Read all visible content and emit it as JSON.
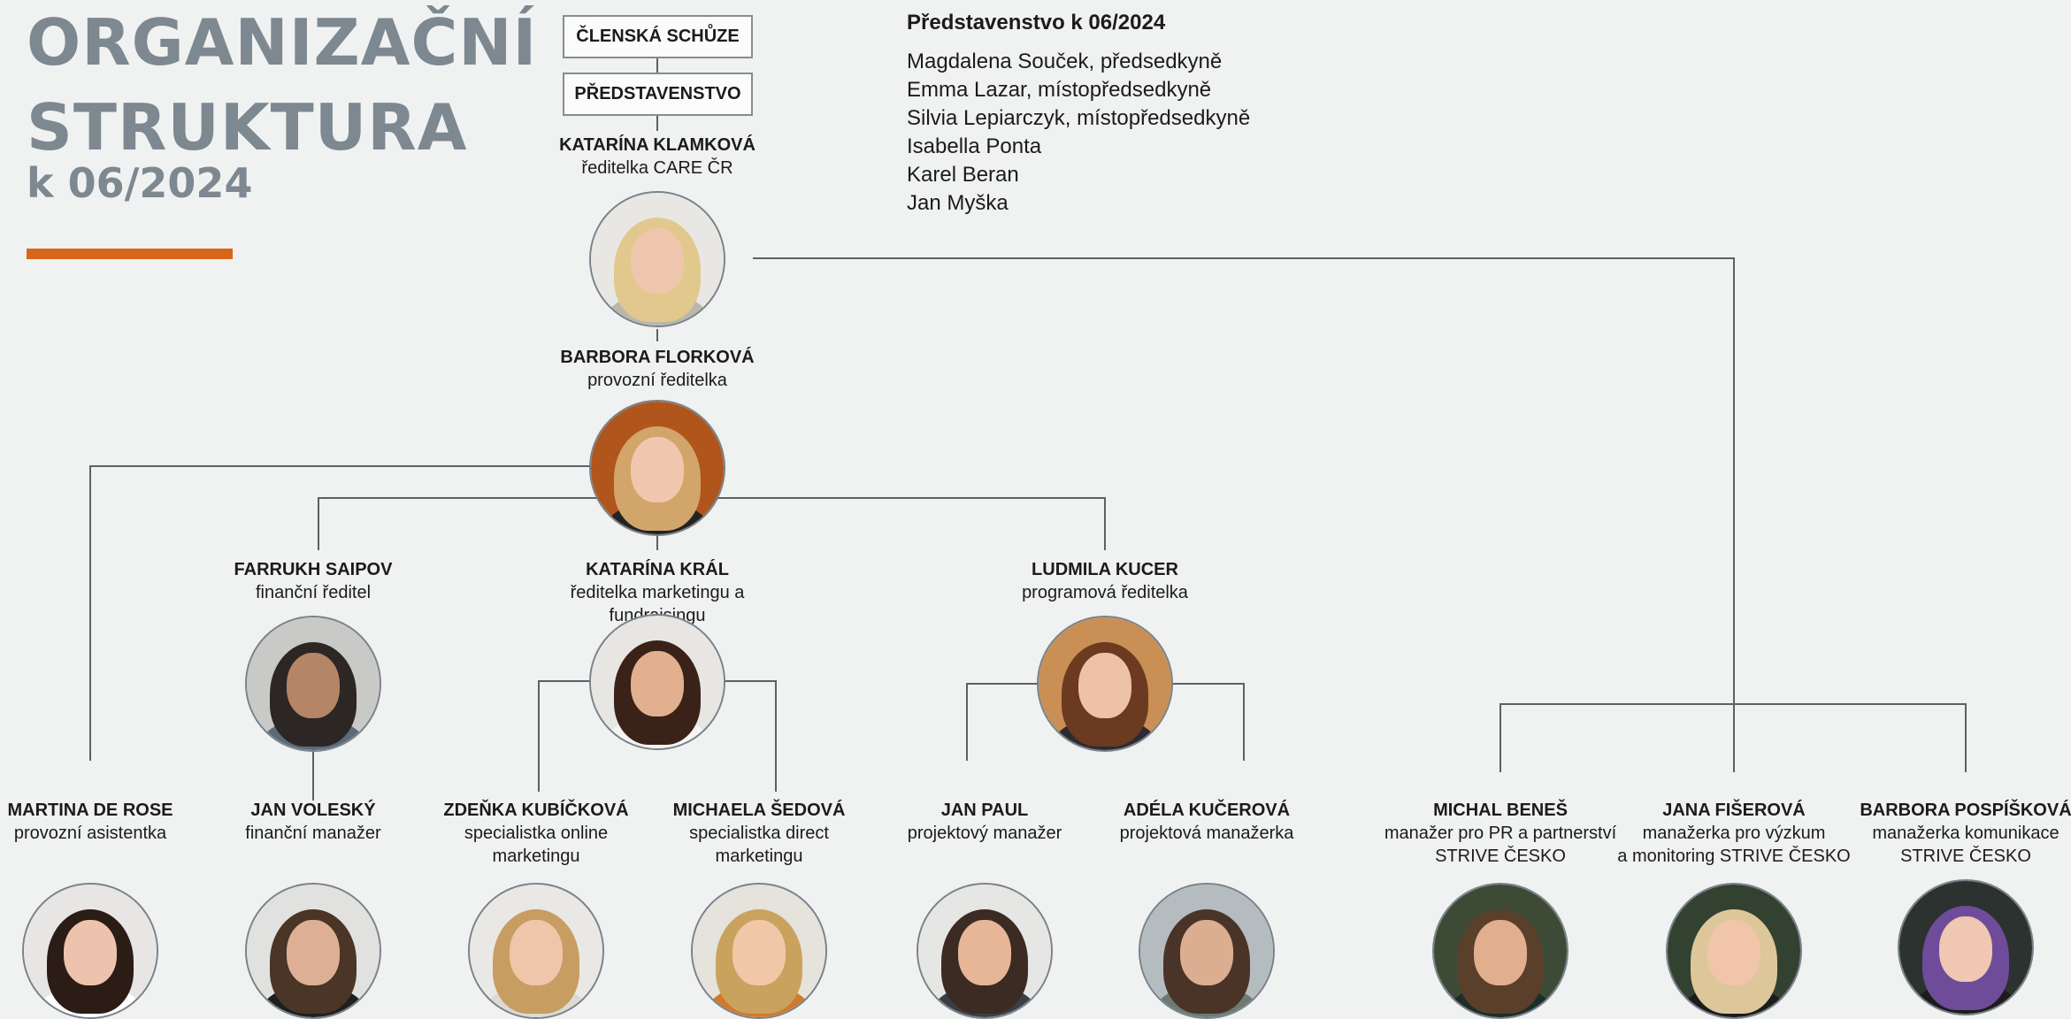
{
  "title": {
    "line1": "ORGANIZAČNÍ",
    "line2": "STRUKTURA",
    "date": "k 06/2024"
  },
  "colors": {
    "accent": "#d9651b",
    "title": "#7d8891",
    "line": "#5b6166"
  },
  "top_boxes": {
    "assembly": "ČLENSKÁ SCHŮZE",
    "board": "PŘEDSTAVENSTVO"
  },
  "board_list": {
    "heading": "Představenstvo k 06/2024",
    "members": [
      "Magdalena Souček, předsedkyně",
      "Emma Lazar, místopředsedkyně",
      "Silvia Lepiarczyk, místopředsedkyně",
      "Isabella Ponta",
      "Karel Beran",
      "Jan Myška"
    ]
  },
  "people": {
    "klamkova": {
      "name": "KATARÍNA KLAMKOVÁ",
      "role1": "ředitelka CARE ČR",
      "role2": "",
      "photo": {
        "bg": "#e9e7e4",
        "hair": "#e1c98e",
        "skin": "#efc6ad",
        "body": "#b9b7ad"
      }
    },
    "florkova": {
      "name": "BARBORA FLORKOVÁ",
      "role1": "provozní ředitelka",
      "role2": "",
      "photo": {
        "bg": "#b0561c",
        "hair": "#d2a56a",
        "skin": "#f0c7ae",
        "body": "#232323"
      }
    },
    "saipov": {
      "name": "FARRUKH SAIPOV",
      "role1": "finanční ředitel",
      "role2": "",
      "photo": {
        "bg": "#c9cac7",
        "hair": "#2c2724",
        "skin": "#b58568",
        "body": "#5d6a78"
      }
    },
    "kral": {
      "name": "KATARÍNA KRÁL",
      "role1": "ředitelka marketingu a fundraisingu",
      "role2": "",
      "photo": {
        "bg": "#e7e6e3",
        "hair": "#3a2219",
        "skin": "#e2b08f",
        "body": "#f4f4f2"
      }
    },
    "kucer": {
      "name": "LUDMILA KUCER",
      "role1": "programová ředitelka",
      "role2": "",
      "photo": {
        "bg": "#c98f55",
        "hair": "#6b3a20",
        "skin": "#eec2a6",
        "body": "#2c2a33"
      }
    },
    "derose": {
      "name": "MARTINA DE ROSE",
      "role1": "provozní asistentka",
      "role2": "",
      "photo": {
        "bg": "#e8e6e5",
        "hair": "#2b1c16",
        "skin": "#edc3ad",
        "body": "#ffffff"
      }
    },
    "volesky": {
      "name": "JAN VOLESKÝ",
      "role1": "finanční manažer",
      "role2": "",
      "photo": {
        "bg": "#e1e1df",
        "hair": "#4a3526",
        "skin": "#ddb096",
        "body": "#1f1f1f"
      }
    },
    "kubickova": {
      "name": "ZDEŇKA KUBÍČKOVÁ",
      "role1": "specialistka online",
      "role2": "marketingu",
      "photo": {
        "bg": "#e9e8e4",
        "hair": "#c79d62",
        "skin": "#efc6aa",
        "body": "#dcdad3"
      }
    },
    "sedova": {
      "name": "MICHAELA ŠEDOVÁ",
      "role1": "specialistka direct",
      "role2": "marketingu",
      "photo": {
        "bg": "#e6e2dc",
        "hair": "#c9a35e",
        "skin": "#f0c8a8",
        "body": "#d07a2c"
      }
    },
    "paul": {
      "name": "JAN PAUL",
      "role1": "projektový manažer",
      "role2": "",
      "photo": {
        "bg": "#e6e6e4",
        "hair": "#3b2b22",
        "skin": "#e7b699",
        "body": "#3a3f46"
      }
    },
    "kucerova": {
      "name": "ADÉLA KUČEROVÁ",
      "role1": "projektová manažerka",
      "role2": "",
      "photo": {
        "bg": "#b5bcc0",
        "hair": "#4a3427",
        "skin": "#dcae91",
        "body": "#6d7a72"
      }
    },
    "benes": {
      "name": "MICHAL BENEŠ",
      "role1": "manažer pro PR a partnerství",
      "role2": "STRIVE ČESKO",
      "photo": {
        "bg": "#3d4a36",
        "hair": "#5a3f2b",
        "skin": "#e1ae8e",
        "body": "#1e2d28"
      }
    },
    "fiserova": {
      "name": "JANA FIŠEROVÁ",
      "role1": "manažerka pro výzkum",
      "role2": "a monitoring STRIVE ČESKO",
      "photo": {
        "bg": "#334131",
        "hair": "#ddc79a",
        "skin": "#f0c5aa",
        "body": "#1c1c1c"
      }
    },
    "pospiskova": {
      "name": "BARBORA POSPÍŠKOVÁ",
      "role1": "manažerka komunikace",
      "role2": "STRIVE ČESKO",
      "photo": {
        "bg": "#2b3230",
        "hair": "#6e4c9a",
        "skin": "#efc7b2",
        "body": "#1c1c1c"
      }
    }
  }
}
